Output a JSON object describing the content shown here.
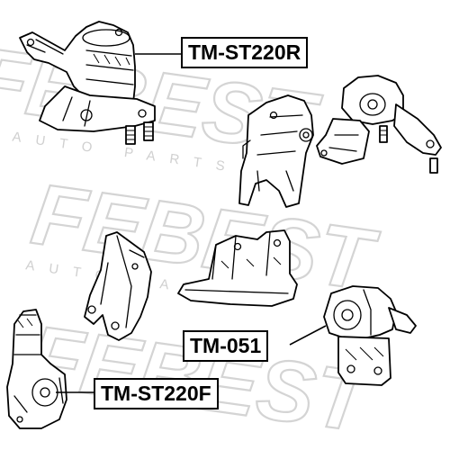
{
  "watermark": {
    "brand": "FEBEST",
    "tagline": "AUTO PARTS"
  },
  "labels": {
    "rear": "TM-ST220R",
    "center": "TM-051",
    "front": "TM-ST220F"
  }
}
